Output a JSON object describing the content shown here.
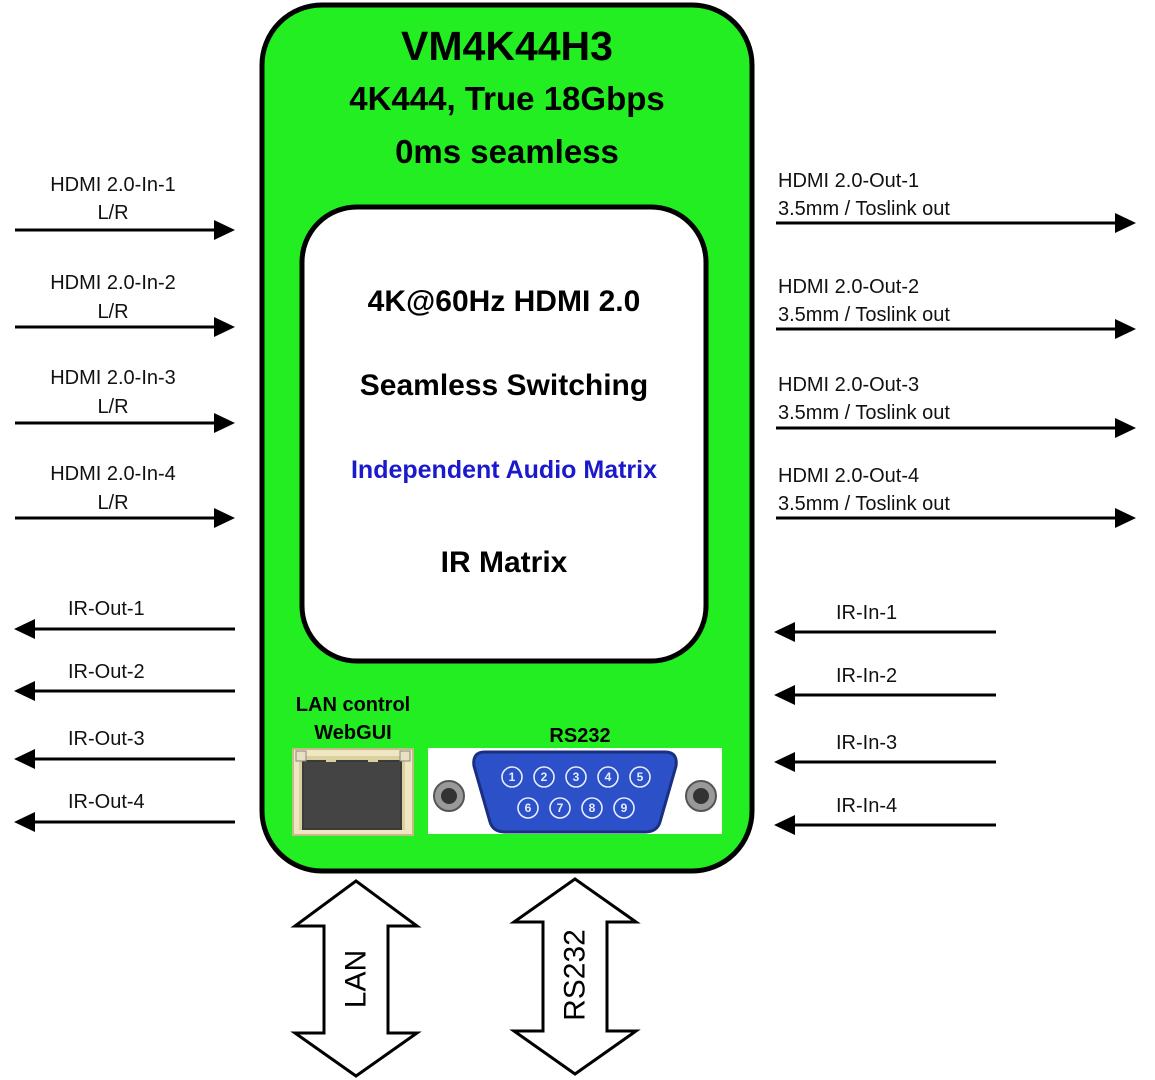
{
  "device": {
    "model": "VM4K44H3",
    "subtitle": "4K444, True 18Gbps",
    "tagline": "0ms seamless",
    "body_color": "#22ee22"
  },
  "core": {
    "line1": "4K@60Hz HDMI 2.0",
    "line2": "Seamless Switching",
    "line3": "Independent Audio Matrix",
    "line4": "IR Matrix",
    "accent_color": "#1a1acc"
  },
  "ports": {
    "lan_label_1": "LAN control",
    "lan_label_2": "WebGUI",
    "rs232_label": "RS232",
    "db9_pins": [
      "1",
      "2",
      "3",
      "4",
      "5",
      "6",
      "7",
      "8",
      "9"
    ]
  },
  "hdmi_inputs": [
    {
      "name": "HDMI 2.0-In-1",
      "audio": "L/R"
    },
    {
      "name": "HDMI 2.0-In-2",
      "audio": "L/R"
    },
    {
      "name": "HDMI 2.0-In-3",
      "audio": "L/R"
    },
    {
      "name": "HDMI 2.0-In-4",
      "audio": "L/R"
    }
  ],
  "hdmi_outputs": [
    {
      "name": "HDMI 2.0-Out-1",
      "audio": "3.5mm / Toslink out"
    },
    {
      "name": "HDMI 2.0-Out-2",
      "audio": "3.5mm / Toslink out"
    },
    {
      "name": "HDMI 2.0-Out-3",
      "audio": "3.5mm / Toslink out"
    },
    {
      "name": "HDMI 2.0-Out-4",
      "audio": "3.5mm / Toslink out"
    }
  ],
  "ir_outputs": [
    "IR-Out-1",
    "IR-Out-2",
    "IR-Out-3",
    "IR-Out-4"
  ],
  "ir_inputs": [
    "IR-In-1",
    "IR-In-2",
    "IR-In-3",
    "IR-In-4"
  ],
  "bottom_links": {
    "lan": "LAN",
    "rs232": "RS232"
  }
}
